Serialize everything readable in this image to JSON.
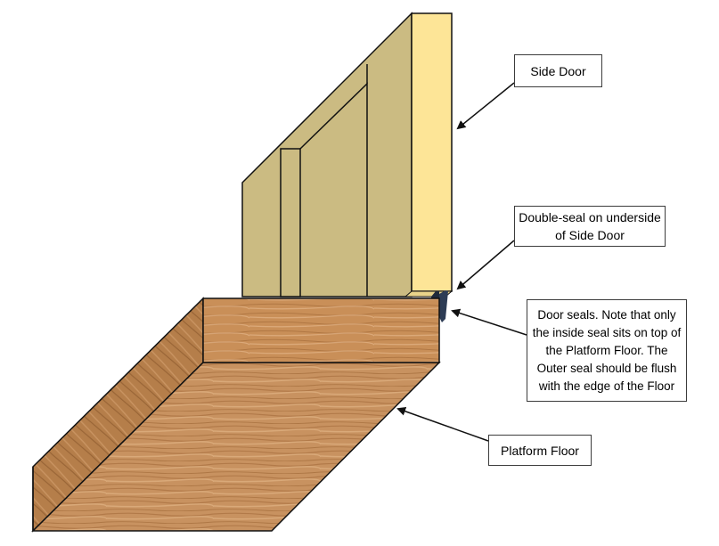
{
  "colors": {
    "door_back": "#cbbb82",
    "door_edge": "#fde597",
    "outline": "#111111",
    "wood_base": "#c08a56",
    "wood_dark": "#8a5a33",
    "wood_light": "#d9a877",
    "seal": "#1f2a3a",
    "label_border": "#3c3c3c"
  },
  "labels": {
    "side_door": "Side Door",
    "double_seal": "Double-seal on underside of Side Door",
    "door_seals": "Door seals. Note that only the inside seal sits on top of the Platform Floor. The Outer seal should be flush with the edge of the Floor",
    "platform_floor": "Platform Floor"
  }
}
